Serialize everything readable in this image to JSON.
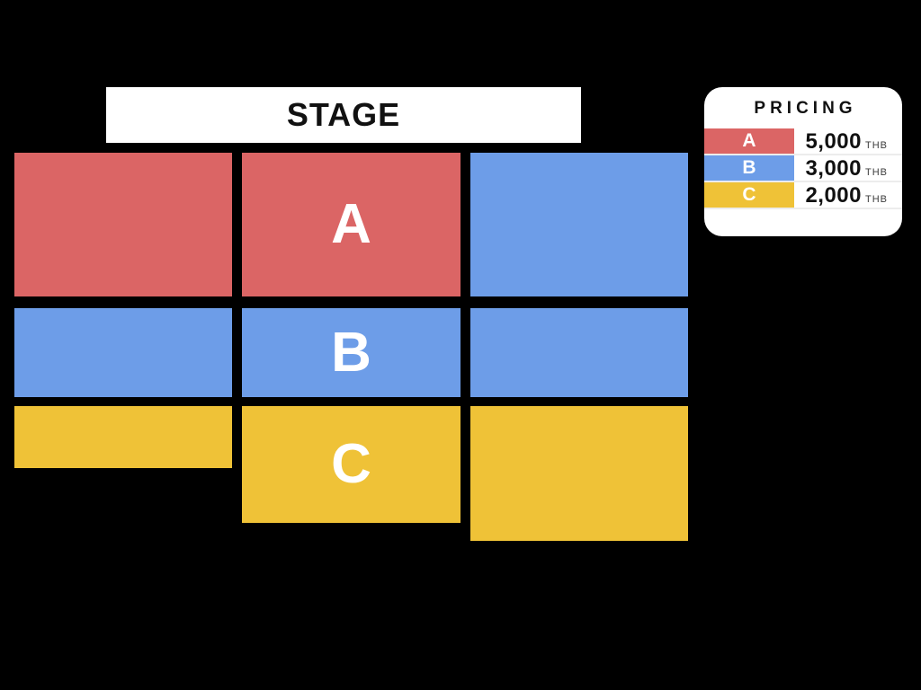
{
  "stage": {
    "label": "STAGE"
  },
  "colors": {
    "background": "#000000",
    "red": "#DB6565",
    "blue": "#6D9DE8",
    "yellow": "#EFC237",
    "card_bg": "#FFFFFF",
    "stage_bg": "#FFFFFF",
    "text_dark": "#111111",
    "text_light": "#FFFFFF",
    "currency_text": "#3C3C3C",
    "row_divider": "#ECECEC"
  },
  "seat_map": {
    "blocks": [
      {
        "zone": "A",
        "color": "red",
        "label": ""
      },
      {
        "zone": "A",
        "color": "red",
        "label": "A"
      },
      {
        "zone": "B",
        "color": "blue",
        "label": ""
      },
      {
        "zone": "B",
        "color": "blue",
        "label": ""
      },
      {
        "zone": "B",
        "color": "blue",
        "label": "B"
      },
      {
        "zone": "B",
        "color": "blue",
        "label": ""
      },
      {
        "zone": "C",
        "color": "yellow",
        "label": ""
      },
      {
        "zone": "C",
        "color": "yellow",
        "label": "C"
      },
      {
        "zone": "C",
        "color": "yellow",
        "label": ""
      }
    ]
  },
  "pricing": {
    "title": "PRICING",
    "currency": "THB",
    "rows": [
      {
        "zone": "A",
        "color": "red",
        "price": "5,000"
      },
      {
        "zone": "B",
        "color": "blue",
        "price": "3,000"
      },
      {
        "zone": "C",
        "color": "yellow",
        "price": "2,000"
      }
    ]
  }
}
